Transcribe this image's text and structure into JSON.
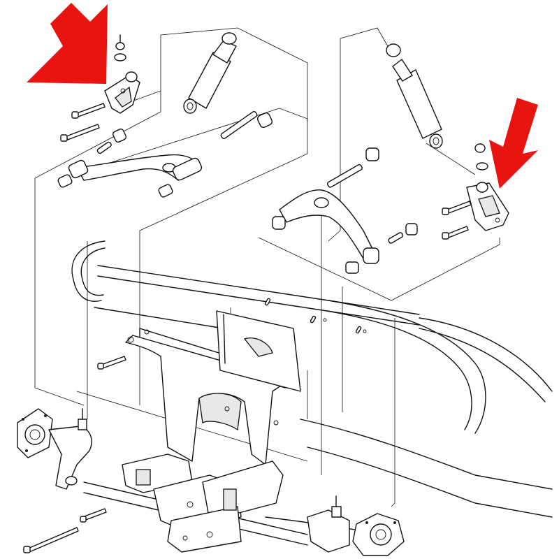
{
  "figure": {
    "subject": "front-suspension-exploded-view",
    "callouts": [
      {
        "name": "left-shock-mount-bracket",
        "indicator": "red-arrow"
      },
      {
        "name": "right-shock-mount-bracket",
        "indicator": "red-arrow"
      }
    ]
  },
  "colors": {
    "arrow": "#e8140f",
    "line": "#111111",
    "background": "#ffffff"
  },
  "icons": [
    "down-right-arrow-icon",
    "down-left-arrow-icon"
  ]
}
